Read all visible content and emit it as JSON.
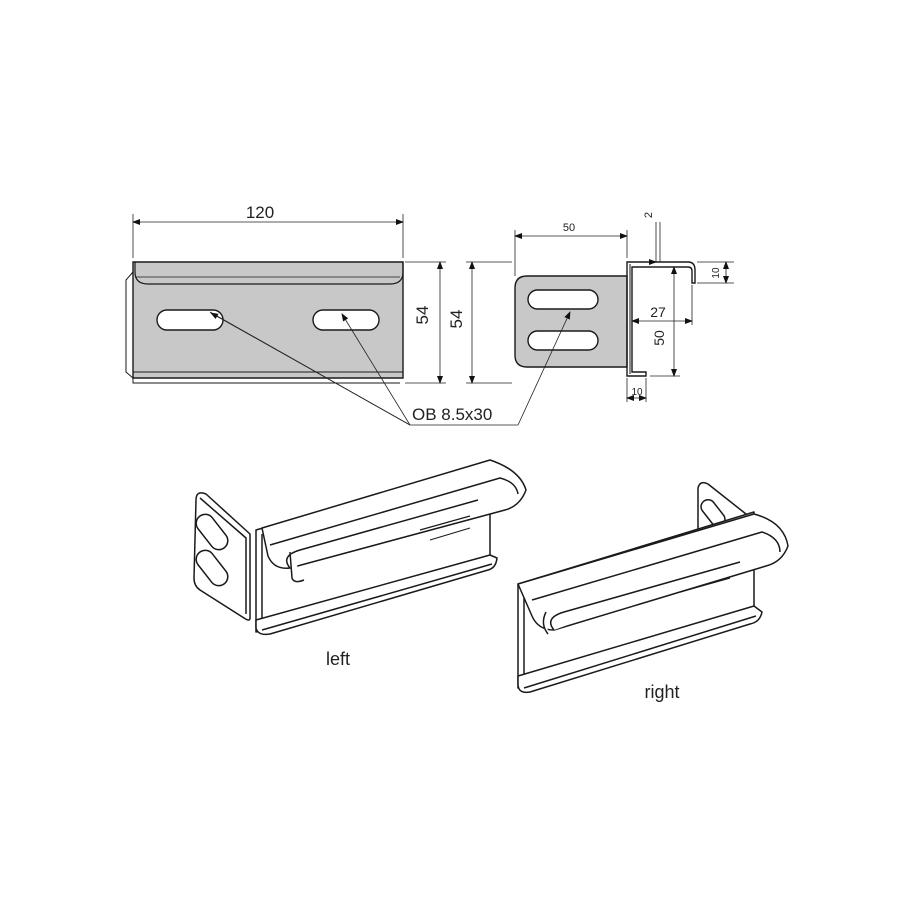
{
  "drawing": {
    "front_view": {
      "width_dim": "120",
      "height_dim": "54"
    },
    "side_view": {
      "height_dim": "54",
      "width_dim": "50",
      "thickness_dim": "2",
      "lip_dim_top": "10",
      "inner_dim": "27",
      "height_inner_dim": "50",
      "lip_dim_bottom": "10"
    },
    "slot_callout": "OB 8.5x30",
    "labels": {
      "left": "left",
      "right": "right"
    }
  },
  "colors": {
    "plate_fill": "#c8c8c8",
    "line": "#1a1a1a",
    "background": "#ffffff"
  }
}
